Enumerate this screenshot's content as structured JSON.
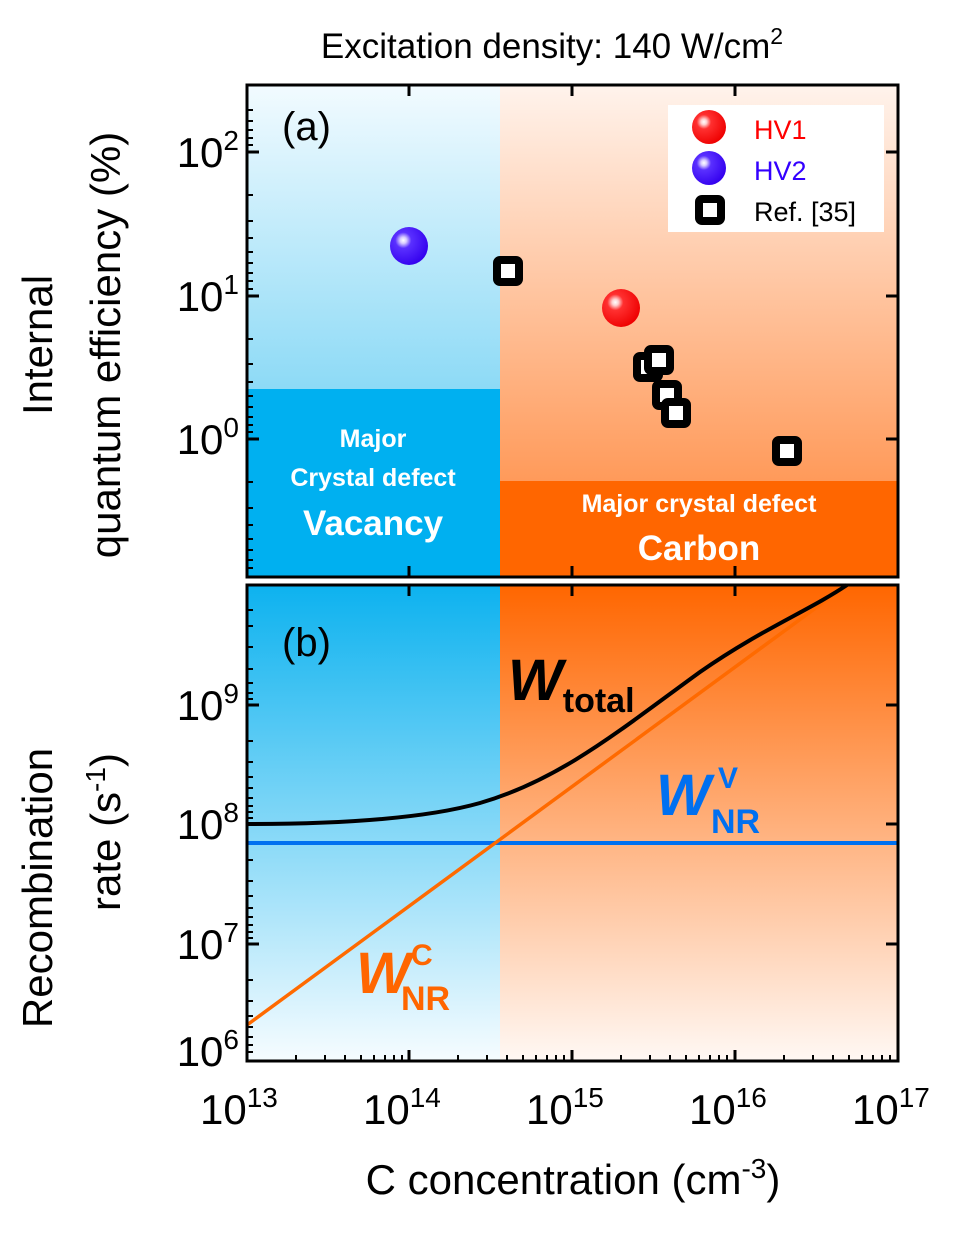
{
  "figure": {
    "title": "Excitation density: 140 W/cm",
    "title_sup": "2",
    "xlabel": "C concentration (cm",
    "xlabel_sup": "-3",
    "xlabel_end": ")",
    "x_ticks": [
      {
        "base": "10",
        "exp": "13"
      },
      {
        "base": "10",
        "exp": "14"
      },
      {
        "base": "10",
        "exp": "15"
      },
      {
        "base": "10",
        "exp": "16"
      },
      {
        "base": "10",
        "exp": "17"
      }
    ]
  },
  "panel_a": {
    "label": "(a)",
    "ylabel_line1": "Internal",
    "ylabel_line2": "quantum efficiency (%)",
    "y_ticks": [
      {
        "base": "10",
        "exp": "2"
      },
      {
        "base": "10",
        "exp": "1"
      },
      {
        "base": "10",
        "exp": "0"
      }
    ],
    "region_vacancy": {
      "line1": "Major",
      "line2": "Crystal defect",
      "line3": "Vacancy"
    },
    "region_carbon": {
      "line1": "Major crystal defect",
      "line2": "Carbon"
    },
    "legend": [
      {
        "label": "HV1",
        "color": "#ff0000"
      },
      {
        "label": "HV2",
        "color": "#3300ff"
      },
      {
        "label": "Ref. [35]",
        "color": "#000000"
      }
    ]
  },
  "panel_b": {
    "label": "(b)",
    "ylabel_line1": "Recombination",
    "ylabel_line2": "rate (s",
    "ylabel_sup": "-1",
    "ylabel_end": ")",
    "y_ticks": [
      {
        "base": "10",
        "exp": "9"
      },
      {
        "base": "10",
        "exp": "8"
      },
      {
        "base": "10",
        "exp": "7"
      },
      {
        "base": "10",
        "exp": "6"
      }
    ],
    "curve_labels": {
      "total": {
        "main": "W",
        "sub": "total"
      },
      "nrv": {
        "main": "W",
        "sub": "NR",
        "sup": "V"
      },
      "nrc": {
        "main": "W",
        "sub": "NR",
        "sup": "C"
      }
    }
  },
  "colors": {
    "vacancy_blue": "#00b0f0",
    "carbon_orange": "#ff6600",
    "wv_line": "#0070f0",
    "wc_line": "#ff6a00",
    "total_line": "#000000"
  },
  "chart_data": [
    {
      "type": "scatter",
      "title": "(a) Excitation density: 140 W/cm^2",
      "xlabel": "C concentration (cm^-3)",
      "ylabel": "Internal quantum efficiency (%)",
      "xscale": "log",
      "yscale": "log",
      "xlim": [
        10000000000000.0,
        1e+17
      ],
      "ylim": [
        0.11,
        300
      ],
      "x_ticks": [
        "10^13",
        "10^14",
        "10^15",
        "10^16",
        "10^17"
      ],
      "y_ticks": [
        "10^0",
        "10^1",
        "10^2"
      ],
      "legend_position": "upper right",
      "series": [
        {
          "name": "HV1",
          "marker": "sphere",
          "color": "#ff0000",
          "x": [
            2000000000000000.0
          ],
          "y": [
            8.1
          ]
        },
        {
          "name": "HV2",
          "marker": "sphere",
          "color": "#3300ff",
          "x": [
            100000000000000.0
          ],
          "y": [
            22
          ]
        },
        {
          "name": "Ref. [35]",
          "marker": "open-square",
          "color": "#000000",
          "x": [
            410000000000000.0,
            2900000000000000.0,
            3400000000000000.0,
            3800000000000000.0,
            4400000000000000.0,
            2.1e+16
          ],
          "y": [
            14.8,
            3.2,
            3.5,
            2.0,
            1.5,
            0.83
          ]
        }
      ],
      "annotations": [
        {
          "text": "Major Crystal defect Vacancy",
          "region_x": [
            10000000000000.0,
            350000000000000.0
          ],
          "region_y_top": 2.2,
          "color": "#00b0f0"
        },
        {
          "text": "Major crystal defect Carbon",
          "region_x": [
            350000000000000.0,
            1e+17
          ],
          "region_y_top": 0.51,
          "color": "#ff6600"
        }
      ]
    },
    {
      "type": "line",
      "title": "(b)",
      "xlabel": "C concentration (cm^-3)",
      "ylabel": "Recombination rate (s^-1)",
      "xscale": "log",
      "yscale": "log",
      "xlim": [
        10000000000000.0,
        1e+17
      ],
      "ylim": [
        1000000.0,
        8500000000.0
      ],
      "x_ticks": [
        "10^13",
        "10^14",
        "10^15",
        "10^16",
        "10^17"
      ],
      "y_ticks": [
        "10^6",
        "10^7",
        "10^8",
        "10^9"
      ],
      "x": [
        10000000000000.0,
        30000000000000.0,
        100000000000000.0,
        350000000000000.0,
        1000000000000000.0,
        3000000000000000.0,
        1e+16,
        4.8e+16
      ],
      "series": [
        {
          "name": "W_total",
          "color": "#000000",
          "values": [
            100000000.0,
            105000000.0,
            120000000.0,
            170000000.0,
            300000000.0,
            720000000.0,
            2200000000.0,
            8500000000.0
          ]
        },
        {
          "name": "W_NR^V",
          "color": "#0070f0",
          "values": [
            70000000.0,
            70000000.0,
            70000000.0,
            70000000.0,
            70000000.0,
            70000000.0,
            70000000.0,
            70000000.0
          ]
        },
        {
          "name": "W_NR^C",
          "color": "#ff6a00",
          "values": [
            2000000.0,
            6000000.0,
            20000000.0,
            70000000.0,
            200000000.0,
            600000000.0,
            2000000000.0,
            9600000000.0
          ]
        }
      ],
      "grid": false
    }
  ]
}
